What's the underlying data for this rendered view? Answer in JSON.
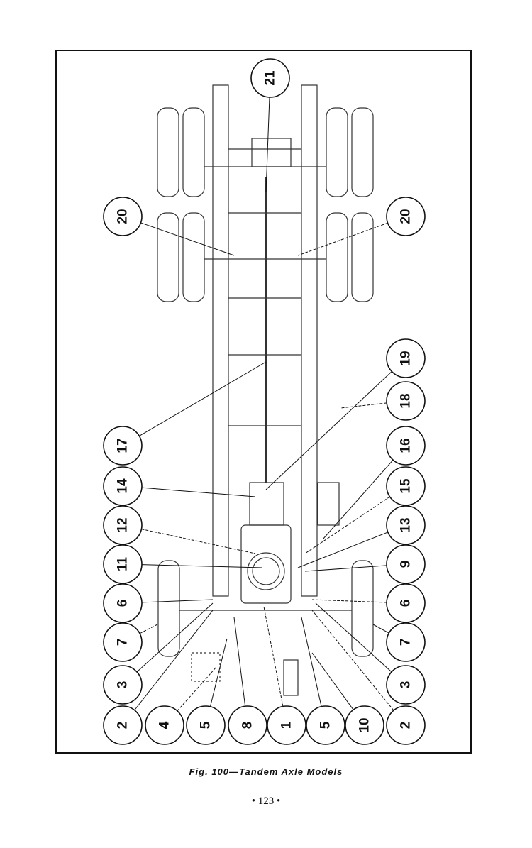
{
  "figure": {
    "caption": "Fig. 100—Tandem Axle Models",
    "page_number": "• 123 •",
    "callouts": [
      "2",
      "4",
      "5",
      "8",
      "1",
      "5",
      "10",
      "2",
      "3",
      "3",
      "7",
      "7",
      "6",
      "6",
      "11",
      "9",
      "12",
      "13",
      "14",
      "15",
      "17",
      "16",
      "18",
      "19",
      "20",
      "20",
      "21"
    ]
  }
}
